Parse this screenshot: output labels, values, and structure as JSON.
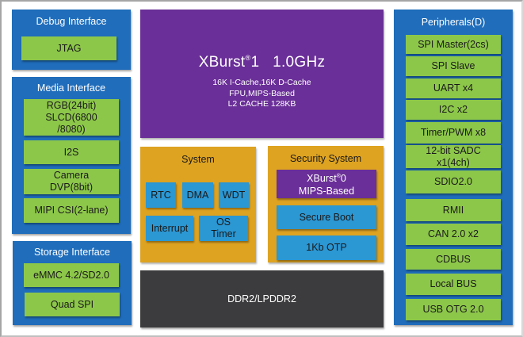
{
  "colors": {
    "interface_blue": "#1f6dbb",
    "module_green": "#8dc74a",
    "cpu_purple": "#6a2f98",
    "system_orange": "#dea321",
    "block_cyan": "#2b97d3",
    "memory_gray": "#3c3c3e"
  },
  "debug": {
    "title": "Debug Interface",
    "items": [
      "JTAG"
    ]
  },
  "media": {
    "title": "Media Interface",
    "items": [
      "RGB(24bit)\nSLCD(6800\n/8080)",
      "I2S",
      "Camera\nDVP(8bit)",
      "MIPI CSI(2-lane)"
    ]
  },
  "storage": {
    "title": "Storage Interface",
    "items": [
      "eMMC 4.2/SD2.0",
      "Quad SPI"
    ]
  },
  "cpu": {
    "name": "XBurst",
    "reg": "®",
    "version": "1",
    "freq": "1.0GHz",
    "lines": [
      "16K I-Cache,16K D-Cache",
      "FPU,MIPS-Based",
      "L2 CACHE 128KB"
    ]
  },
  "system": {
    "title": "System",
    "items": [
      "RTC",
      "DMA",
      "WDT",
      "Interrupt",
      "OS\nTimer"
    ]
  },
  "security": {
    "title": "Security System",
    "core_name": "XBurst",
    "core_reg": "®",
    "core_version": "0",
    "core_sub": "MIPS-Based",
    "items": [
      "Secure Boot",
      "1Kb OTP"
    ]
  },
  "memory": {
    "label": "DDR2/LPDDR2"
  },
  "peripherals": {
    "title": "Peripherals(D)",
    "items": [
      "SPI Master(2cs)",
      "SPI Slave",
      "UART x4",
      "I2C x2",
      "Timer/PWM x8",
      "12-bit SADC\nx1(4ch)",
      "SDIO2.0",
      "RMII",
      "CAN 2.0 x2",
      "CDBUS",
      "Local BUS",
      "USB OTG 2.0"
    ]
  }
}
